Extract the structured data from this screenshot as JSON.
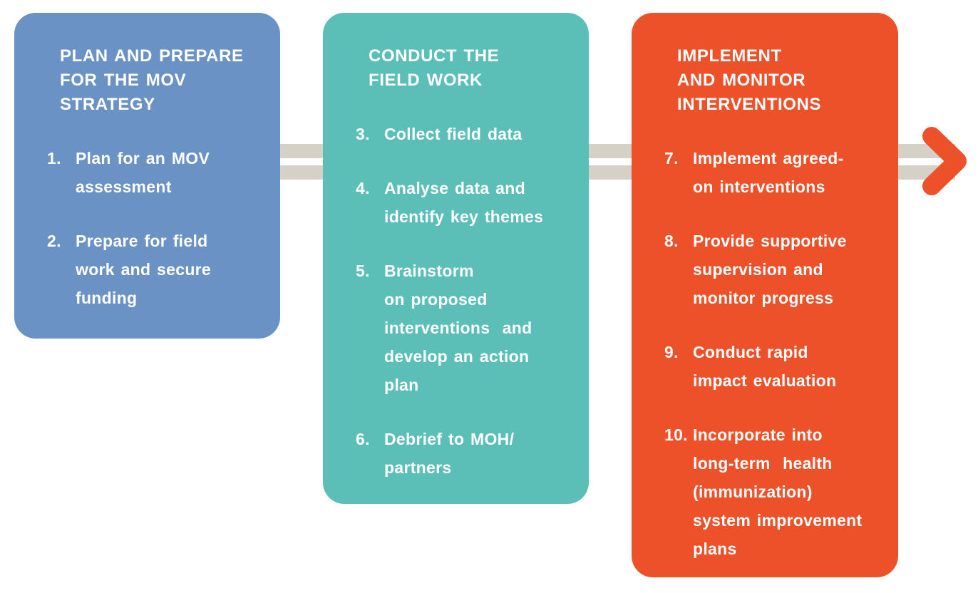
{
  "colors": {
    "phase1_blue": "#6B92C5",
    "phase2_teal": "#5BBFB8",
    "phase3_orange": "#EC512A",
    "arrow_gray": "#D5D1C7",
    "text_white": "#FFFFFF"
  },
  "arrow": {
    "head_icon": "chevron-right-icon"
  },
  "phases": [
    {
      "title_lines": [
        "PLAN AND PREPARE",
        "FOR THE MOV",
        "STRATEGY"
      ],
      "steps": [
        {
          "num": "1.",
          "lines": [
            "Plan for an MOV",
            "assessment"
          ]
        },
        {
          "num": "2.",
          "lines": [
            "Prepare for field",
            "work and secure",
            "funding"
          ]
        }
      ]
    },
    {
      "title_lines": [
        "CONDUCT THE",
        "FIELD WORK"
      ],
      "steps": [
        {
          "num": "3.",
          "lines": [
            "Collect field data"
          ]
        },
        {
          "num": "4.",
          "lines": [
            "Analyse data and",
            "identify key themes"
          ]
        },
        {
          "num": "5.",
          "lines": [
            "Brainstorm",
            "on proposed",
            "interventions  and",
            "develop an action",
            "plan"
          ]
        },
        {
          "num": "6.",
          "lines": [
            "Debrief to MOH/",
            "partners"
          ]
        }
      ]
    },
    {
      "title_lines": [
        "IMPLEMENT",
        "AND MONITOR",
        "INTERVENTIONS"
      ],
      "steps": [
        {
          "num": "7.",
          "lines": [
            "Implement agreed-",
            "on interventions"
          ]
        },
        {
          "num": "8.",
          "lines": [
            "Provide supportive",
            "supervision and",
            "monitor progress"
          ]
        },
        {
          "num": "9.",
          "lines": [
            "Conduct rapid",
            "impact evaluation"
          ]
        },
        {
          "num": "10.",
          "lines": [
            "Incorporate into",
            "long-term  health",
            "(immunization)",
            "system improvement",
            "plans"
          ]
        }
      ]
    }
  ]
}
